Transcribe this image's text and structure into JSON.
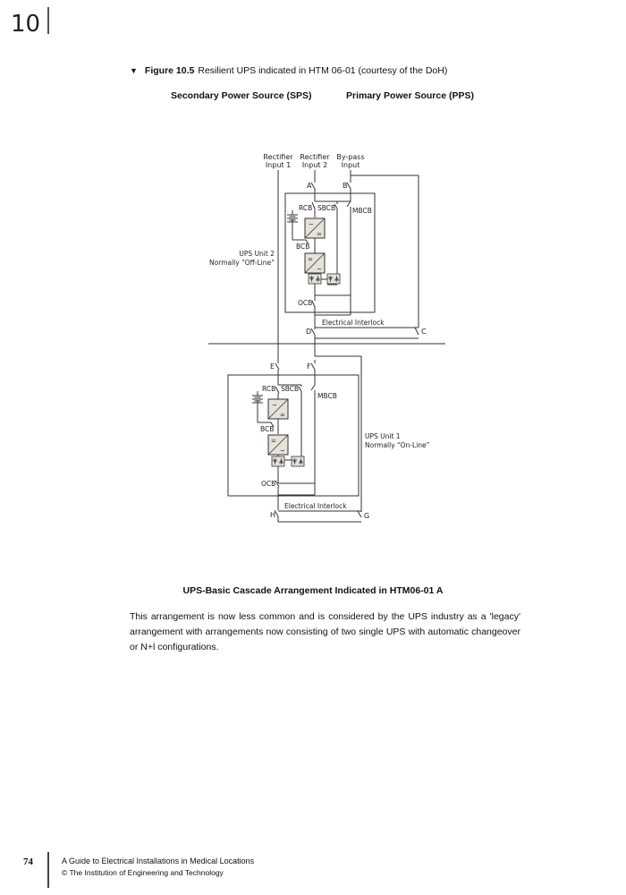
{
  "header": {
    "chapter_number": "10"
  },
  "figure": {
    "marker": "▼",
    "label": "Figure 10.5",
    "caption": "Resilient UPS indicated in HTM 06-01 (courtesy of the DoH)",
    "sps_label": "Secondary Power Source (SPS)",
    "pps_label": "Primary Power Source (PPS)"
  },
  "diagram": {
    "rectifier_input_1": [
      "Rectifier",
      "Input 1"
    ],
    "rectifier_input_2": [
      "Rectifier",
      "Input 2"
    ],
    "bypass_input": [
      "By-pass",
      "Input"
    ],
    "switch_a": "A",
    "switch_b": "B",
    "switch_c": "C",
    "switch_d": "D",
    "switch_e": "E",
    "switch_f": "F",
    "switch_g": "G",
    "switch_h": "H",
    "rcb": "RCB",
    "sbcb": "SBCB",
    "mbcb": "MBCB",
    "bcb": "BCB",
    "ocb": "OCB",
    "interlock": "Electrical Interlock",
    "ups_unit_2": [
      "UPS Unit 2",
      "Normally “Off-Line”"
    ],
    "ups_unit_1": [
      "UPS Unit 1",
      "Normally “On-Line”"
    ]
  },
  "diagram_caption": "UPS-Basic Cascade Arrangement Indicated in HTM06-01 A",
  "body_text": "This arrangement is now less common and is considered by the UPS industry as a 'legacy' arrangement with arrangements now consisting of two single UPS with automatic changeover or N+l configurations.",
  "footer": {
    "page_number": "74",
    "book_title": "A Guide to Electrical Installations in Medical Locations",
    "copyright": "© The Institution of Engineering and Technology"
  }
}
